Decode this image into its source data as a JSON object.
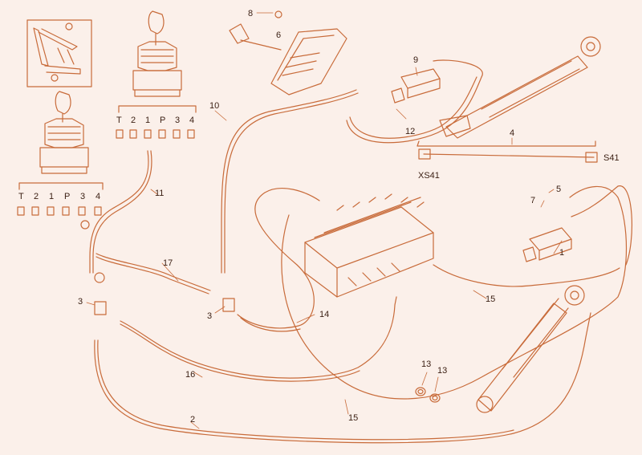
{
  "colors": {
    "background": "#fbf0ea",
    "line": "#c86b3a",
    "text": "#3a1e12"
  },
  "callouts": {
    "c1": "1",
    "c2": "2",
    "c3a": "3",
    "c3b": "3",
    "c4": "4",
    "c5": "5",
    "c6": "6",
    "c7": "7",
    "c8": "8",
    "c9": "9",
    "c10": "10",
    "c11": "11",
    "c12": "12",
    "c13a": "13",
    "c13b": "13",
    "c14": "14",
    "c15a": "15",
    "c15b": "15",
    "c16": "16",
    "c17": "17"
  },
  "connectors": {
    "xs41": "XS41",
    "s41": "S41"
  },
  "joystick_upper_ports": [
    "T",
    "2",
    "1",
    "P",
    "3",
    "4"
  ],
  "joystick_lower_ports": [
    "T",
    "2",
    "1",
    "P",
    "3",
    "4"
  ]
}
